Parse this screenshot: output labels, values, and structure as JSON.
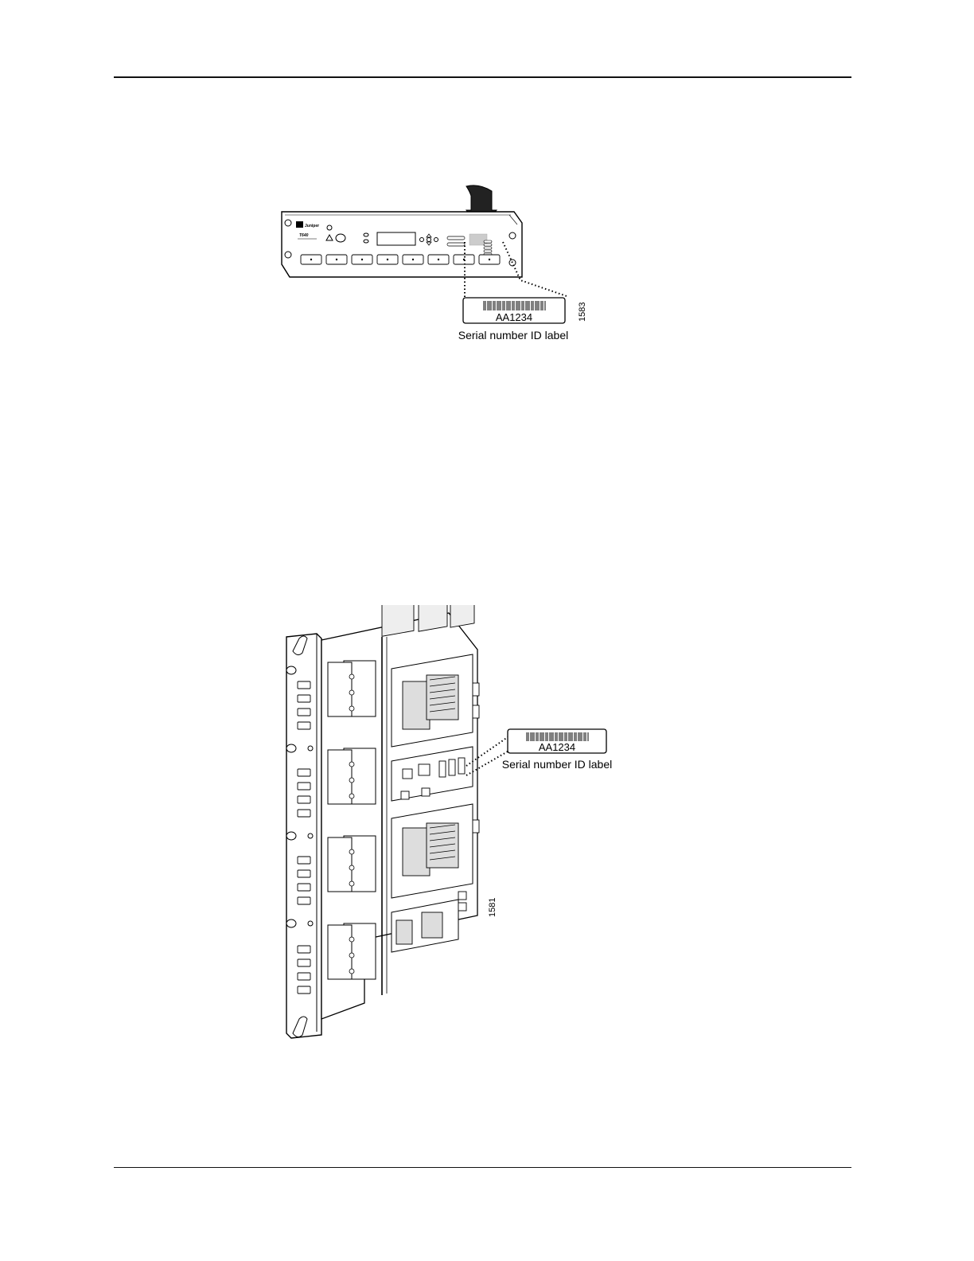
{
  "figures": [
    {
      "label": {
        "serial": "AA1234",
        "caption": "Serial number ID label"
      },
      "figure_number": "1583",
      "front_panel_logo": "Juniper",
      "front_panel_model": "T640"
    },
    {
      "label": {
        "serial": "AA1234",
        "caption": "Serial number ID label"
      },
      "figure_number": "1581"
    }
  ]
}
